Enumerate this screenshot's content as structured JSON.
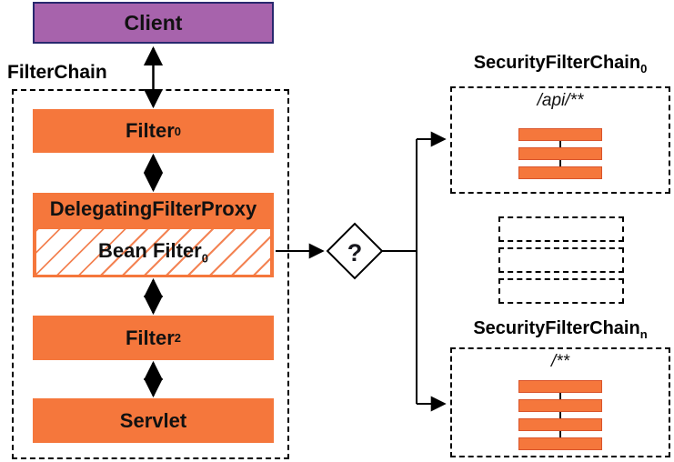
{
  "client": {
    "label": "Client"
  },
  "filter_chain": {
    "title": "FilterChain",
    "nodes": [
      {
        "id": "filter0",
        "base": "Filter",
        "sub": "0"
      },
      {
        "id": "delegating_filter_proxy",
        "base": "DelegatingFilterProxy",
        "sub": ""
      },
      {
        "id": "bean_filter",
        "base": "Bean Filter",
        "sub": "0"
      },
      {
        "id": "filter2",
        "base": "Filter",
        "sub": "2"
      },
      {
        "id": "servlet",
        "base": "Servlet",
        "sub": ""
      }
    ]
  },
  "decision": {
    "label": "?"
  },
  "security_filter_chains": [
    {
      "title": "SecurityFilterChain",
      "title_sub": "0",
      "url_pattern": "/api/**",
      "filter_count": 3
    },
    {
      "title": "SecurityFilterChain",
      "title_sub": "n",
      "url_pattern": "/**",
      "filter_count": 4
    }
  ],
  "placeholder_chain_count": 3,
  "colors": {
    "box_orange": "#F5773C",
    "bar_border": "#D9542B",
    "client_purple": "#A763AC",
    "client_border": "#28286E",
    "shadow_dark": "#9E9E9E",
    "shadow_light": "#D6D6D6",
    "line_black": "#000000"
  }
}
